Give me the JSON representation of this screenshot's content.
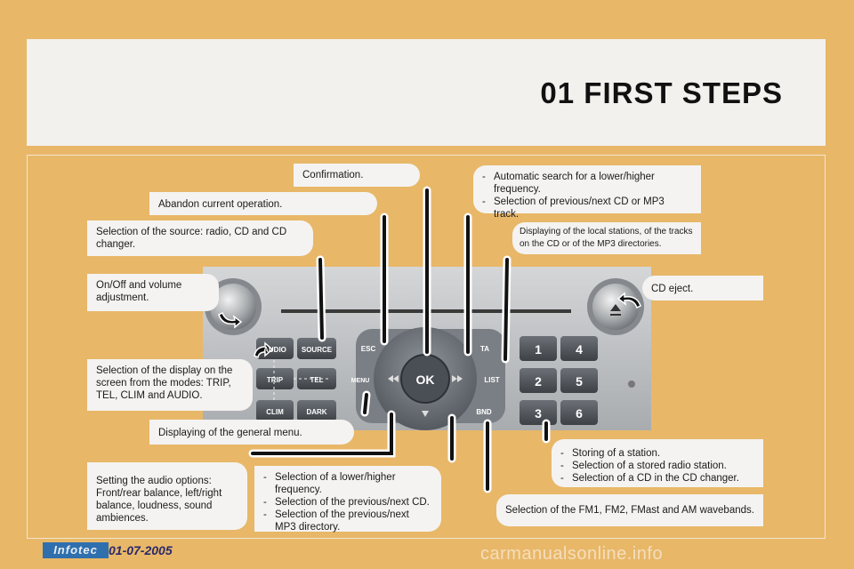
{
  "title": "01 FIRST STEPS",
  "callouts": {
    "confirmation": "Confirmation.",
    "abandon": "Abandon current operation.",
    "source": "Selection of the source: radio, CD and CD changer.",
    "onoff": "On/Off and volume adjustment.",
    "display_modes": "Selection of the display on the screen from the modes: TRIP, TEL, CLIM and AUDIO.",
    "general_menu": "Displaying of the general menu.",
    "audio_options": "Setting the audio options: Front/rear balance, left/right balance, loudness, sound ambiences.",
    "lower_higher": [
      "Selection of a lower/higher frequency.",
      "Selection of the previous/next CD.",
      "Selection of the previous/next MP3 directory."
    ],
    "auto_search": [
      "Automatic search for a lower/higher frequency.",
      "Selection of previous/next CD or MP3 track."
    ],
    "local_stations": "Displaying of the local stations, of the tracks on the CD or of the MP3 directories.",
    "cd_eject": "CD eject.",
    "storing": [
      "Storing of a station.",
      "Selection of a stored radio station.",
      "Selection of a CD in the CD changer."
    ],
    "wavebands": "Selection of the FM1, FM2, FMast and AM wavebands."
  },
  "radio": {
    "buttons": {
      "audio": "AUDIO",
      "source": "SOURCE",
      "trip": "TRIP",
      "tel": "TEL",
      "clim": "CLIM",
      "dark": "DARK",
      "esc": "ESC",
      "menu": "MENU",
      "ok": "OK",
      "ta": "TA",
      "list": "LIST",
      "bnd": "BND",
      "n1": "1",
      "n2": "2",
      "n3": "3",
      "n4": "4",
      "n5": "5",
      "n6": "6"
    }
  },
  "footer": {
    "logo": "Infotec",
    "date": "01-07-2005"
  },
  "watermark": "carmanualsonline.info"
}
